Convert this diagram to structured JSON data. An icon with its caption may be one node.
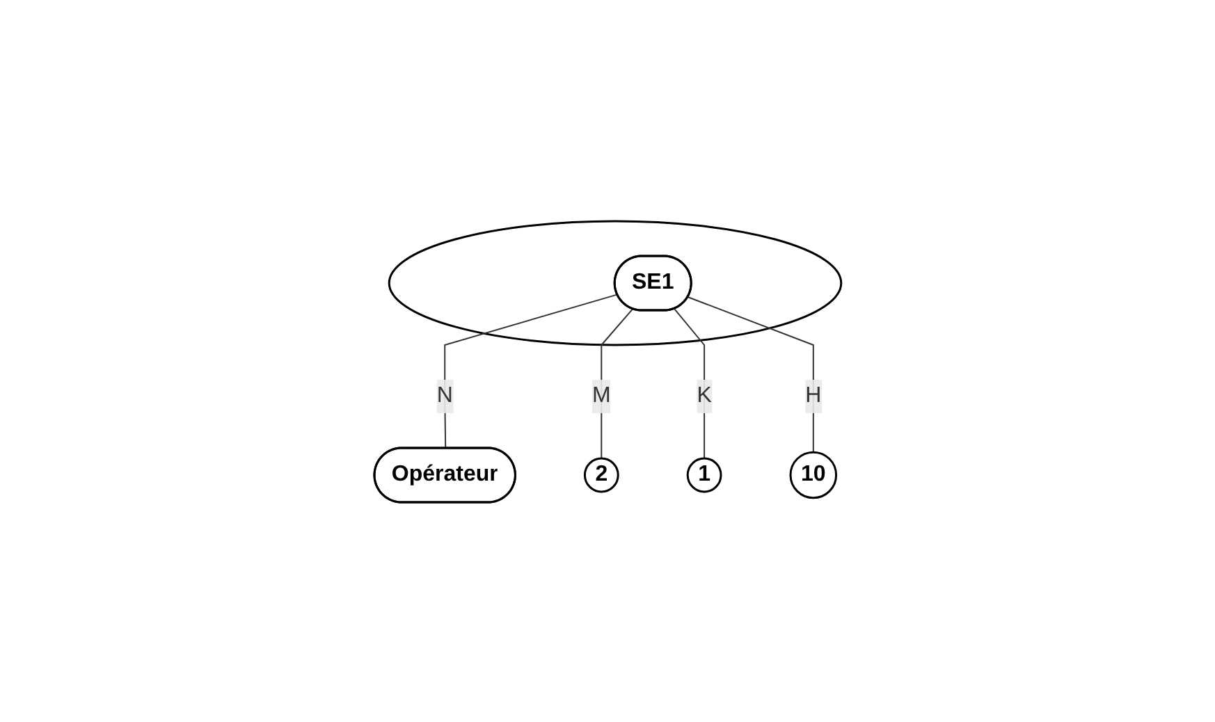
{
  "diagram": {
    "nodes": [
      {
        "text": [],
        "shape": "ellipse"
      },
      {
        "text": [
          "SE1"
        ],
        "in": 0
      },
      {
        "text": [
          "Opérateur"
        ]
      },
      {
        "text": [
          "10"
        ]
      },
      {
        "text": [
          "2"
        ]
      },
      {
        "text": [
          "1"
        ]
      }
    ],
    "edges": [
      {
        "from": 1,
        "to": 2,
        "arrow": "none",
        "label": "N"
      },
      {
        "from": 1,
        "to": 4,
        "arrow": "none",
        "label": "M"
      },
      {
        "from": 1,
        "to": 5,
        "arrow": "none",
        "label": "K"
      },
      {
        "from": 1,
        "to": 3,
        "arrow": "none",
        "label": "H"
      }
    ]
  }
}
